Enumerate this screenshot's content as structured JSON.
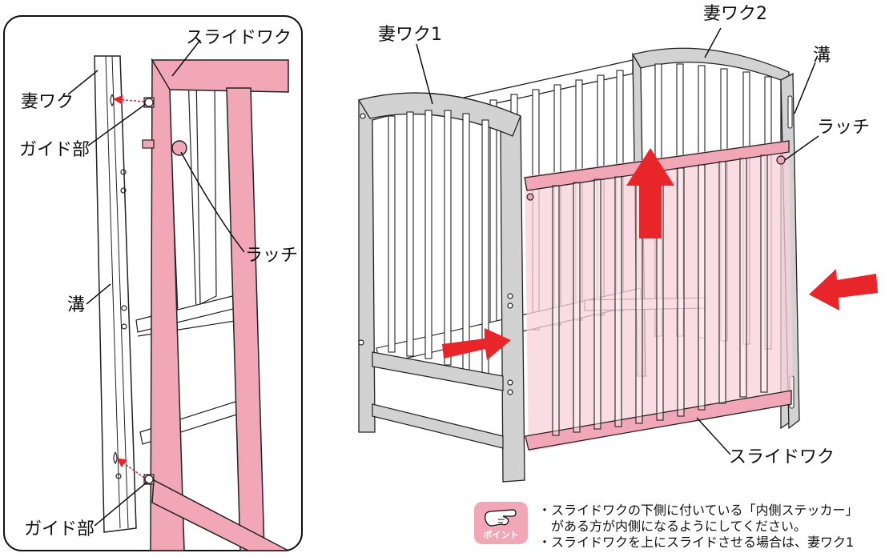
{
  "labels": {
    "slide_frame_top": "スライドワク",
    "end_frame_left": "妻ワク",
    "guide_top": "ガイド部",
    "latch_left": "ラッチ",
    "groove_left": "溝",
    "guide_bottom": "ガイド部",
    "end_frame_1": "妻ワク1",
    "end_frame_2": "妻ワク2",
    "groove_right": "溝",
    "latch_right": "ラッチ",
    "slide_frame_bottom": "スライドワク"
  },
  "point": {
    "badge": "ポイント",
    "bullet1_line1": "・スライドワクの下側に付いている「内側ステッカー」",
    "bullet1_line2": "　がある方が内側になるようにしてください。",
    "bullet2_line1": "・スライドワクを上にスライドさせる場合は、妻ワク1"
  },
  "colors": {
    "pink": "#f2a7b6",
    "pink_fill": "#f8d2da",
    "gray": "#cfcfcf",
    "arrow_red": "#e8262a"
  }
}
